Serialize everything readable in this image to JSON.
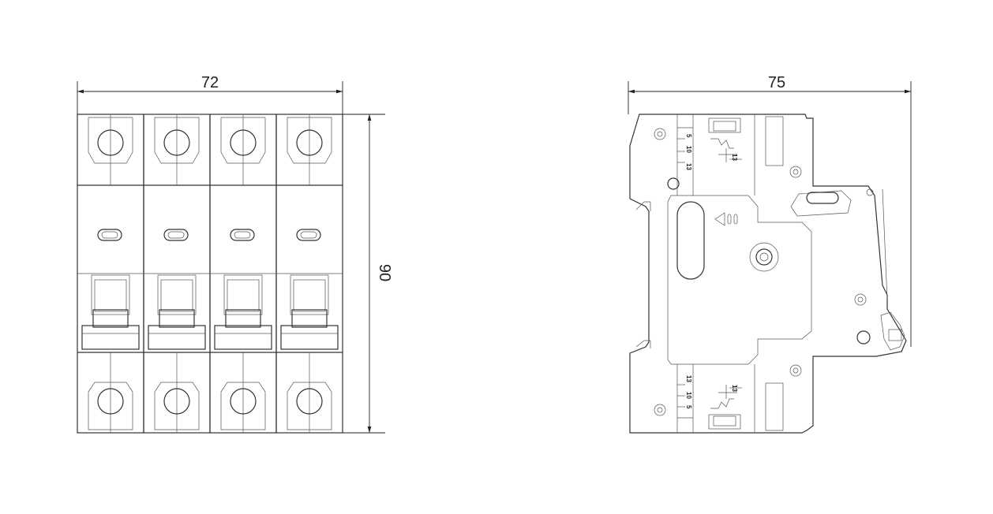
{
  "drawing": {
    "front_view": {
      "width_dimension": "72",
      "height_dimension": "90",
      "pole_count": 4
    },
    "side_view": {
      "depth_dimension": "75",
      "terminal_scale_top": [
        "5",
        "10",
        "13"
      ],
      "terminal_scale_bottom": [
        "13",
        "10",
        "5"
      ],
      "terminal_marker_label": "13"
    }
  }
}
